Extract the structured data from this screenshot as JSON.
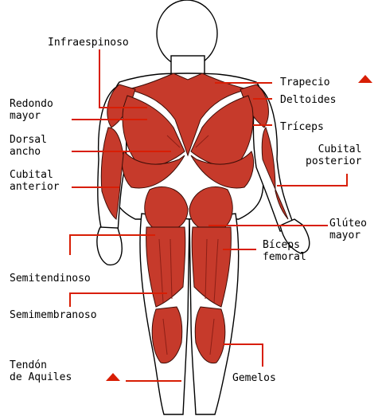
{
  "colors": {
    "muscle": "#c63a2b",
    "muscle_dark": "#8c1f16",
    "skin": "#ffffff",
    "outline": "#000000",
    "leader": "#d81e05",
    "arrow": "#d81e05"
  },
  "labels": {
    "infraespinoso": "Infraespinoso",
    "trapecio": "Trapecio",
    "deltoides": "Deltoides",
    "redondo_mayor": "Redondo\nmayor",
    "dorsal_ancho": "Dorsal\nancho",
    "triceps": "Tríceps",
    "cubital_posterior": "Cubital\nposterior",
    "cubital_anterior": "Cubital\nanterior",
    "gluteo_mayor": "Glúteo\nmayor",
    "semitendinoso": "Semitendinoso",
    "biceps_femoral": "Bíceps\nfemoral",
    "semimembranoso": "Semimembranoso",
    "tendon_aquiles": "Tendón\nde Aquiles",
    "gemelos": "Gemelos"
  },
  "icons": {
    "up_arrow": "up-arrow-icon"
  }
}
